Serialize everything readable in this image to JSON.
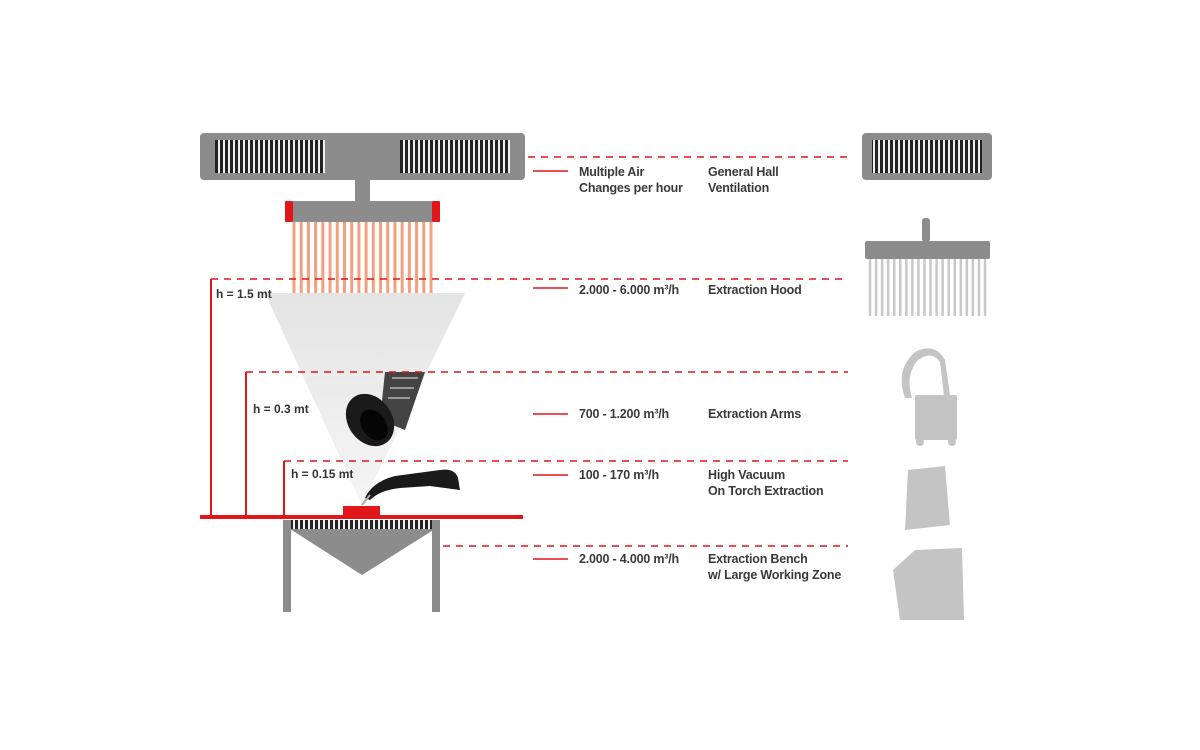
{
  "colors": {
    "accent": "#e0161b",
    "gray": "#8c8c8c",
    "light_gray": "#c8c8c8",
    "stripe": "#f4a07f"
  },
  "heights": [
    "h = 1.5 mt",
    "h = 0.3 mt",
    "h = 0.15 mt"
  ],
  "rows": [
    {
      "rate_line1": "Multiple Air",
      "rate_line2": "Changes per hour",
      "name_line1": "General Hall",
      "name_line2": "Ventilation"
    },
    {
      "rate_line1": "2.000 - 6.000 m³/h",
      "rate_line2": "",
      "name_line1": "Extraction Hood",
      "name_line2": ""
    },
    {
      "rate_line1": "700 - 1.200  m³/h",
      "rate_line2": "",
      "name_line1": "Extraction Arms",
      "name_line2": ""
    },
    {
      "rate_line1": "100 - 170 m³/h",
      "rate_line2": "",
      "name_line1": "High Vacuum",
      "name_line2": "On Torch Extraction"
    },
    {
      "rate_line1": "2.000 - 4.000 m³/h",
      "rate_line2": "",
      "name_line1": "Extraction Bench",
      "name_line2": "w/ Large Working Zone"
    }
  ]
}
